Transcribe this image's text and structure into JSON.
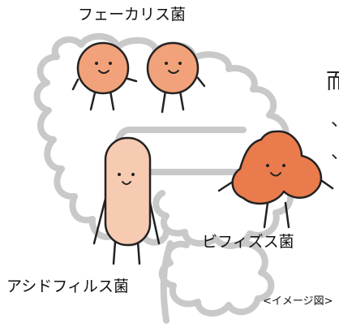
{
  "labels": {
    "faecalis": "フェーカリス菌",
    "bifidus": "ビフィズス菌",
    "acidophilus": "アシドフィルス菌",
    "image_note": "<イメージ図>"
  },
  "edge_text": [
    "而",
    "、",
    "、"
  ],
  "colors": {
    "intestine_outline": "#c9c9c9",
    "faecalis_body": "#f2a27a",
    "bifidus_body": "#ea7b4c",
    "acidophilus_body": "#f7cbb2",
    "ink": "#222222"
  }
}
